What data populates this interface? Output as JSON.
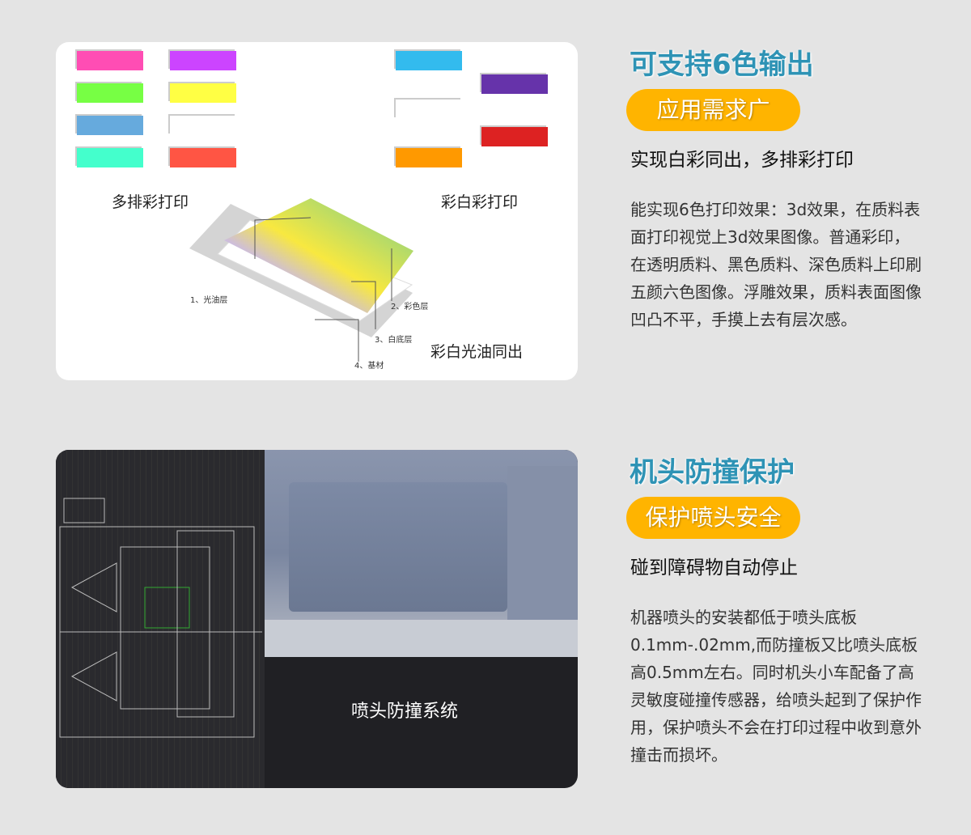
{
  "section1": {
    "title": "可支持6色输出",
    "badge": "应用需求广",
    "subtitle": "实现白彩同出，多排彩打印",
    "description": "能实现6色打印效果：3d效果，在质料表面打印视觉上3d效果图像。普通彩印，在透明质料、黑色质料、深色质料上印刷五颜六色图像。浮雕效果，质料表面图像凹凸不平，手摸上去有层次感。",
    "image": {
      "label_multi": "多排彩打印",
      "label_white_color": "彩白彩打印",
      "label_varnish": "彩白光油同出",
      "layers": [
        "1、光油层",
        "2、彩色层",
        "3、白底层",
        "4、基材"
      ],
      "swatch_colors": [
        "#ff4db4",
        "#cc44ff",
        "#77ff44",
        "#ffff44",
        "#66aadd",
        "#ffffff",
        "#44ffcc",
        "#ff5544",
        "#33bbee",
        "#ffffff",
        "#ff9900",
        "#6633aa",
        "#dd2222"
      ]
    }
  },
  "section2": {
    "title": "机头防撞保护",
    "badge": "保护喷头安全",
    "subtitle": "碰到障碍物自动停止",
    "description": "机器喷头的安装都低于喷头底板0.1mm-.02mm,而防撞板又比喷头底板高0.5mm左右。同时机头小车配备了高灵敏度碰撞传感器，给喷头起到了保护作用，保护喷头不会在打印过程中收到意外撞击而损坏。",
    "image": {
      "caption": "喷头防撞系统"
    }
  }
}
